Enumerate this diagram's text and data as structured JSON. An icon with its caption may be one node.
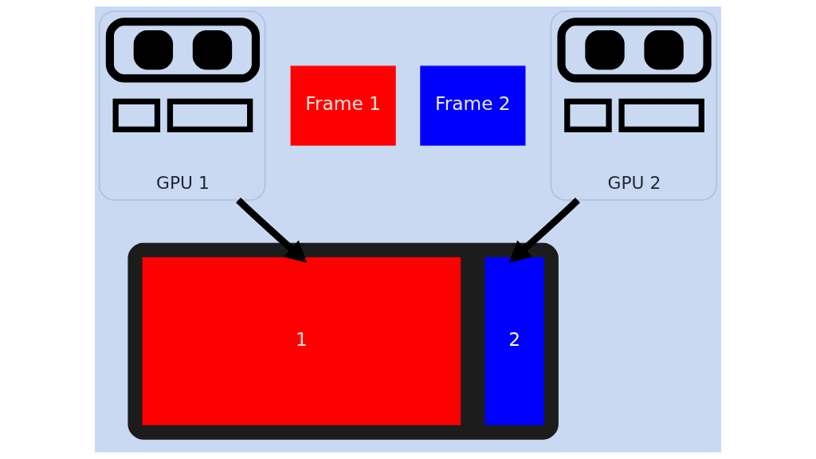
{
  "diagram": {
    "nodes": [
      {
        "text": [
          "GPU 1"
        ]
      },
      {
        "text": [
          "Frame 1"
        ]
      },
      {
        "text": [
          "Frame 2"
        ]
      },
      {
        "text": [
          "GPU 2"
        ]
      },
      {
        "text": [],
        "shape": "box"
      },
      {
        "text": [
          "1"
        ],
        "in": 4
      },
      {
        "text": [
          "2"
        ],
        "in": 4
      }
    ],
    "edges": [
      {
        "from": 0,
        "to": 5,
        "arrow": "to"
      },
      {
        "from": 3,
        "to": 6,
        "arrow": "to"
      }
    ]
  }
}
